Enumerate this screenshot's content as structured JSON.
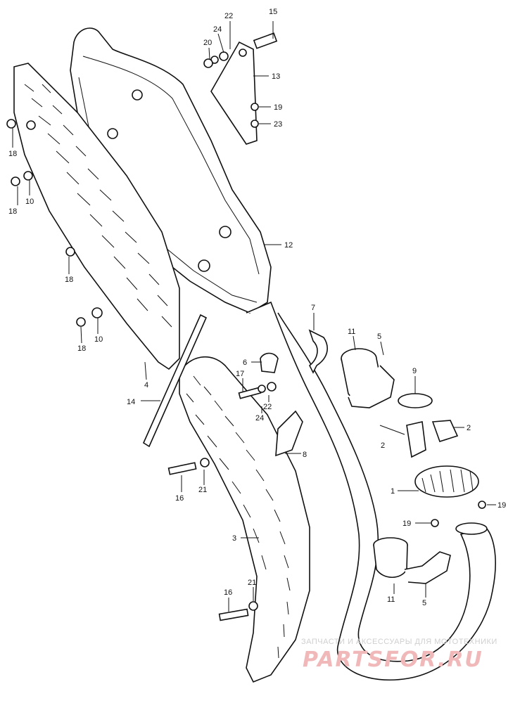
{
  "labels": {
    "l1": "1",
    "l2a": "2",
    "l2b": "2",
    "l3": "3",
    "l4": "4",
    "l5a": "5",
    "l5b": "5",
    "l6": "6",
    "l7": "7",
    "l8": "8",
    "l9": "9",
    "l10a": "10",
    "l10b": "10",
    "l11a": "11",
    "l11b": "11",
    "l12": "12",
    "l13": "13",
    "l14": "14",
    "l15": "15",
    "l16a": "16",
    "l16b": "16",
    "l17": "17",
    "l18a": "18",
    "l18b": "18",
    "l18c": "18",
    "l18d": "18",
    "l19a": "19",
    "l19b": "19",
    "l19c": "19",
    "l20": "20",
    "l21a": "21",
    "l21b": "21",
    "l22a": "22",
    "l22b": "22",
    "l23": "23",
    "l24a": "24",
    "l24b": "24"
  },
  "watermark": {
    "tagline": "ЗАПЧАСТИ И АКСЕССУАРЫ ДЛЯ МОТОТЕХНИКИ",
    "brand": "PARTSFOR.RU"
  }
}
